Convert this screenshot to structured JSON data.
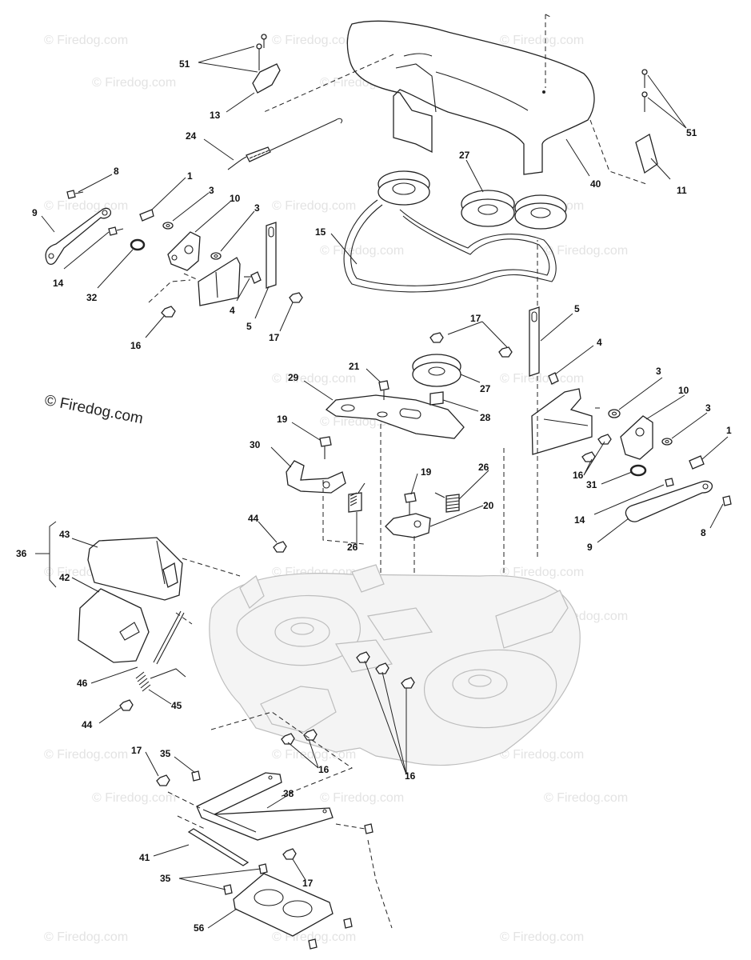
{
  "copyright_text": "© Firedog.com",
  "watermark_text": "© Firedog.com",
  "callouts": {
    "c51a": "51",
    "c13": "13",
    "c24": "24",
    "c8a": "8",
    "c9a": "9",
    "c1a": "1",
    "c3a": "3",
    "c10a": "10",
    "c3b": "3",
    "c14a": "14",
    "c32": "32",
    "c4a": "4",
    "c5a": "5",
    "c17a": "17",
    "c16a": "16",
    "c27a": "27",
    "c15": "15",
    "c40": "40",
    "c51b": "51",
    "c11": "11",
    "c17b": "17",
    "c5b": "5",
    "c4b": "4",
    "c21": "21",
    "c29": "29",
    "c27b": "27",
    "c28": "28",
    "c3c": "3",
    "c10b": "10",
    "c3d": "3",
    "c1b": "1",
    "c16b": "16",
    "c19a": "19",
    "c30": "30",
    "c31": "31",
    "c14b": "14",
    "c8b": "8",
    "c9b": "9",
    "c26a": "26",
    "c19b": "19",
    "c26b": "26",
    "c20": "20",
    "c44a": "44",
    "c36": "36",
    "c43": "43",
    "c42": "42",
    "c46": "46",
    "c45": "45",
    "c44b": "44",
    "c16c": "16",
    "c16d": "16",
    "c17c": "17",
    "c35a": "35",
    "c38": "38",
    "c41": "41",
    "c17d": "17",
    "c35b": "35",
    "c56": "56"
  }
}
